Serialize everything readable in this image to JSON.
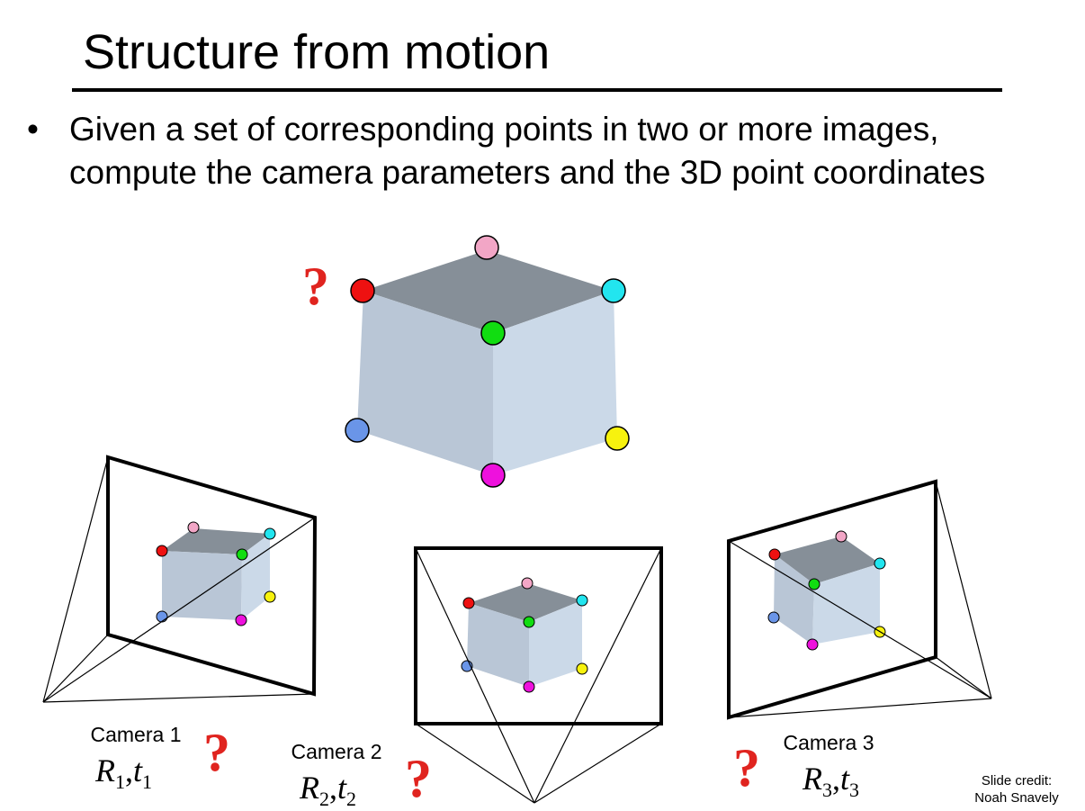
{
  "title": "Structure from motion",
  "bullet": {
    "symbol": "•",
    "text": "Given a set of corresponding points in two or more images, compute the camera parameters and the 3D point coordinates"
  },
  "question_mark": "?",
  "cameras": [
    {
      "label": "Camera 1",
      "R": "R",
      "t": "t",
      "sub": "1",
      "comma": ","
    },
    {
      "label": "Camera 2",
      "R": "R",
      "t": "t",
      "sub": "2",
      "comma": ","
    },
    {
      "label": "Camera 3",
      "R": "R",
      "t": "t",
      "sub": "3",
      "comma": ","
    }
  ],
  "credit": {
    "line1": "Slide credit:",
    "line2": "Noah Snavely"
  },
  "colors": {
    "top_face": "#868f98",
    "left_face": "#b9c6d6",
    "right_face": "#cbd9e8",
    "red": "#ee1111",
    "pink": "#f2a6c6",
    "cyan": "#22e5ef",
    "green": "#11dd11",
    "blue": "#6a95e8",
    "magenta": "#ee11dd",
    "yellow": "#f7f20e",
    "question": "#e0241f"
  }
}
